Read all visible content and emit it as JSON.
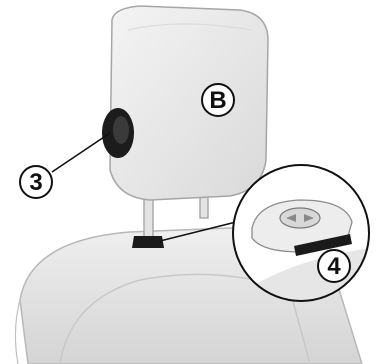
{
  "callouts": {
    "headrest": "B",
    "side_control": "3",
    "release_button": "4"
  },
  "colors": {
    "seat_fill": "#e9e9e9",
    "seat_shadow": "#cfcfcf",
    "outline": "#9a9a9a",
    "dark_part": "#1a1a1a",
    "leader_line": "#111111"
  },
  "icons": {
    "side_control": "dark-oval-knob",
    "release_button": "push-button-icon"
  }
}
